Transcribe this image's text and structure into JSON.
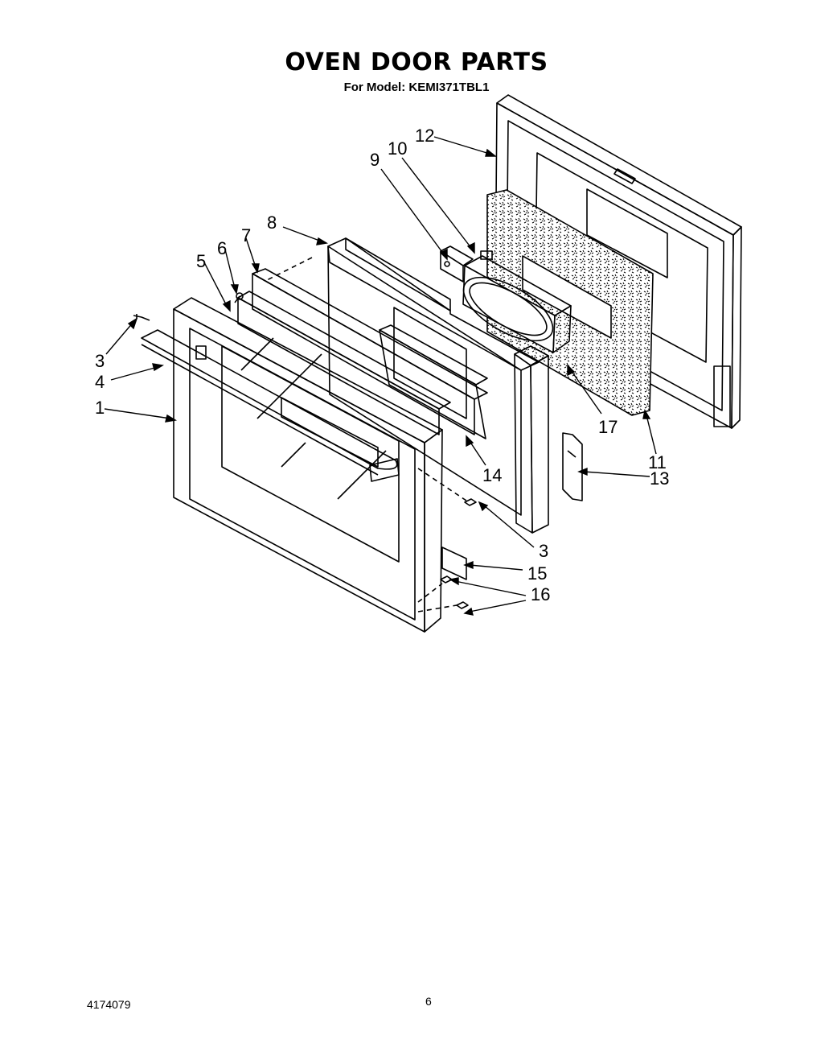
{
  "title": "OVEN DOOR PARTS",
  "subtitle": "For Model: KEMI371TBL1",
  "footer": {
    "doc_number": "4174079",
    "page_number": "6"
  },
  "callouts": {
    "c12": "12",
    "c10": "10",
    "c9": "9",
    "c8": "8",
    "c7": "7",
    "c6": "6",
    "c5": "5",
    "c3a": "3",
    "c4": "4",
    "c1": "1",
    "c17": "17",
    "c11": "11",
    "c13": "13",
    "c14": "14",
    "c3b": "3",
    "c15": "15",
    "c16": "16"
  }
}
